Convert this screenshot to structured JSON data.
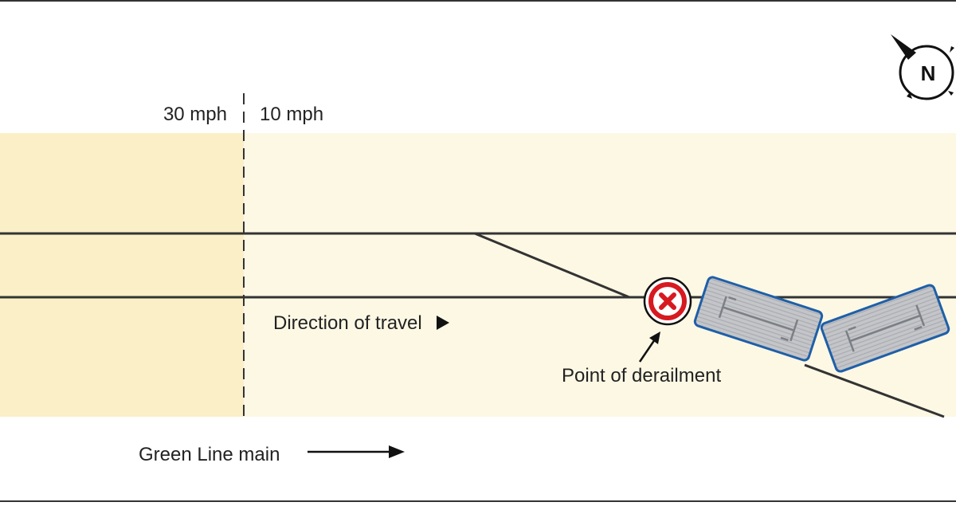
{
  "speed_zones": {
    "left_label": "30 mph",
    "right_label": "10 mph"
  },
  "labels": {
    "direction_of_travel": "Direction of travel",
    "point_of_derailment": "Point of derailment",
    "green_line_main": "Green Line main",
    "compass_north": "N"
  },
  "icons": {
    "derailment_marker": "x-circle-icon",
    "direction_arrow": "triangle-right-icon",
    "compass": "north-compass-icon"
  },
  "colors": {
    "zone_30mph": "#faefc6",
    "zone_10mph": "#fdf8e4",
    "track": "#333333",
    "marker_red": "#d71920",
    "car_fill": "#c2c4c8",
    "car_outline": "#1f5fa8"
  }
}
